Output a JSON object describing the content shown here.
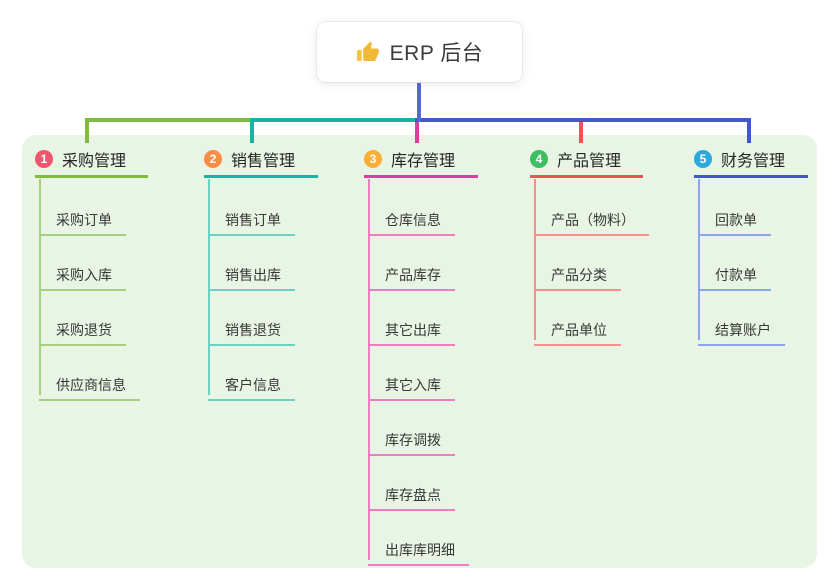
{
  "root": {
    "title": "ERP 后台",
    "icon": "thumbs-up-icon"
  },
  "connector": {
    "stem_color": "#5468d4"
  },
  "panel_color": "#e9f5e4",
  "branches": [
    {
      "num": "1",
      "label": "采购管理",
      "badge_color": "#f0556e",
      "line_color": "#80bb3d",
      "sub_line_color": "#a6cf7e",
      "items": [
        "采购订单",
        "采购入库",
        "采购退货",
        "供应商信息"
      ]
    },
    {
      "num": "2",
      "label": "销售管理",
      "badge_color": "#fb8c45",
      "line_color": "#17b3a3",
      "sub_line_color": "#6ed0c5",
      "items": [
        "销售订单",
        "销售出库",
        "销售退货",
        "客户信息"
      ]
    },
    {
      "num": "3",
      "label": "库存管理",
      "badge_color": "#f9ae38",
      "line_color": "#dc3c9e",
      "sub_line_color": "#ee7ec1",
      "items": [
        "仓库信息",
        "产品库存",
        "其它出库",
        "其它入库",
        "库存调拨",
        "库存盘点",
        "出库库明细"
      ]
    },
    {
      "num": "4",
      "label": "产品管理",
      "badge_color": "#3dbe63",
      "line_color": "#ef5350",
      "sub_line_color": "#f68f8d",
      "items": [
        "产品（物料）",
        "产品分类",
        "产品单位"
      ]
    },
    {
      "num": "5",
      "label": "财务管理",
      "badge_color": "#2ca9de",
      "line_color": "#4157cb",
      "sub_line_color": "#8ca4e8",
      "items": [
        "回款单",
        "付款单",
        "结算账户"
      ]
    }
  ]
}
